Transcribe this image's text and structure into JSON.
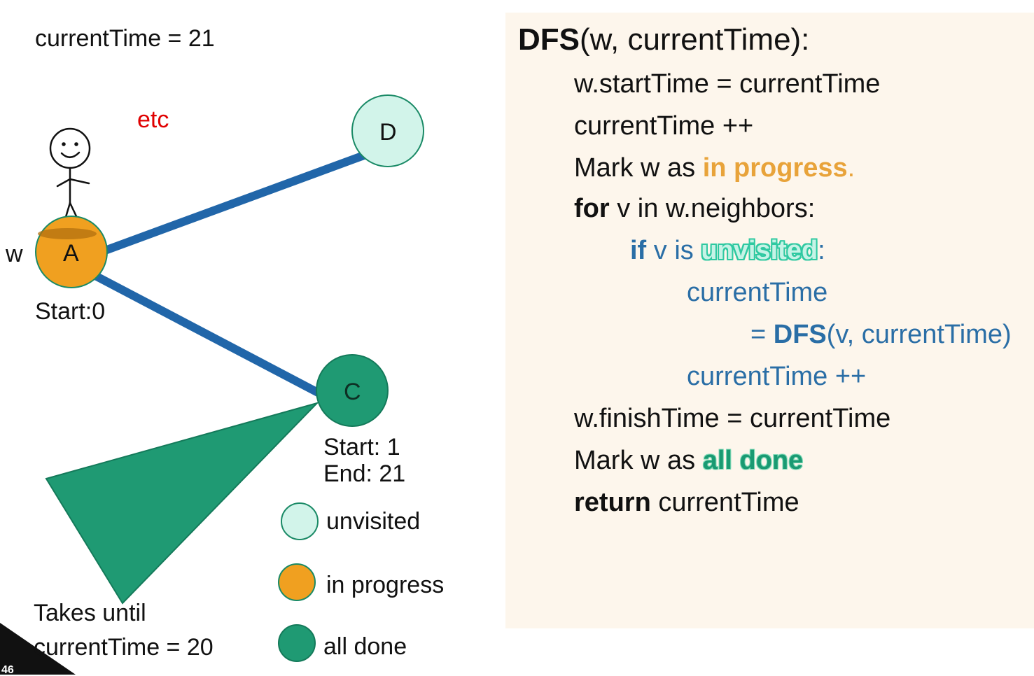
{
  "current_time_label": "currentTime = 21",
  "etc_label": "etc",
  "colors": {
    "edge": "#2166a9",
    "unvisited": "#d2f4ea",
    "in_progress": "#f0a020",
    "all_done": "#1f9a73",
    "etc_red": "#e00000",
    "panel_bg": "#fdf6ec"
  },
  "graph": {
    "nodes": [
      {
        "id": "A",
        "label": "A",
        "state": "in_progress",
        "pointer_label": "w",
        "times": [
          "Start:0"
        ]
      },
      {
        "id": "D",
        "label": "D",
        "state": "unvisited",
        "times": []
      },
      {
        "id": "C",
        "label": "C",
        "state": "all_done",
        "times": [
          "Start: 1",
          "End: 21"
        ]
      }
    ],
    "edges": [
      {
        "from": "A",
        "to": "D"
      },
      {
        "from": "A",
        "to": "C"
      }
    ],
    "subtree_caption": [
      "Takes until",
      "currentTime = 20"
    ]
  },
  "legend": [
    {
      "label": "unvisited",
      "state": "unvisited"
    },
    {
      "label": "in progress",
      "state": "in_progress"
    },
    {
      "label": "all done",
      "state": "all_done"
    }
  ],
  "code": {
    "title_bold": "DFS",
    "title_rest": "(w, currentTime):",
    "line1": "w.startTime = currentTime",
    "line2": "currentTime ++",
    "line3_pre": "Mark w as ",
    "line3_word": "in progress",
    "line3_post": ".",
    "line4_kw": "for",
    "line4_rest": " v in w.neighbors:",
    "line5_kw": "if",
    "line5_mid": " v is ",
    "line5_word": "unvisited",
    "line5_post": ":",
    "line6": "currentTime",
    "line7_pre": "= ",
    "line7_kw": "DFS",
    "line7_rest": "(v, currentTime)",
    "line8": "currentTime ++",
    "line9": "w.finishTime = currentTime",
    "line10_pre": "Mark w as ",
    "line10_word": "all done",
    "line11_kw": "return",
    "line11_rest": " currentTime"
  },
  "slide_number": "46"
}
